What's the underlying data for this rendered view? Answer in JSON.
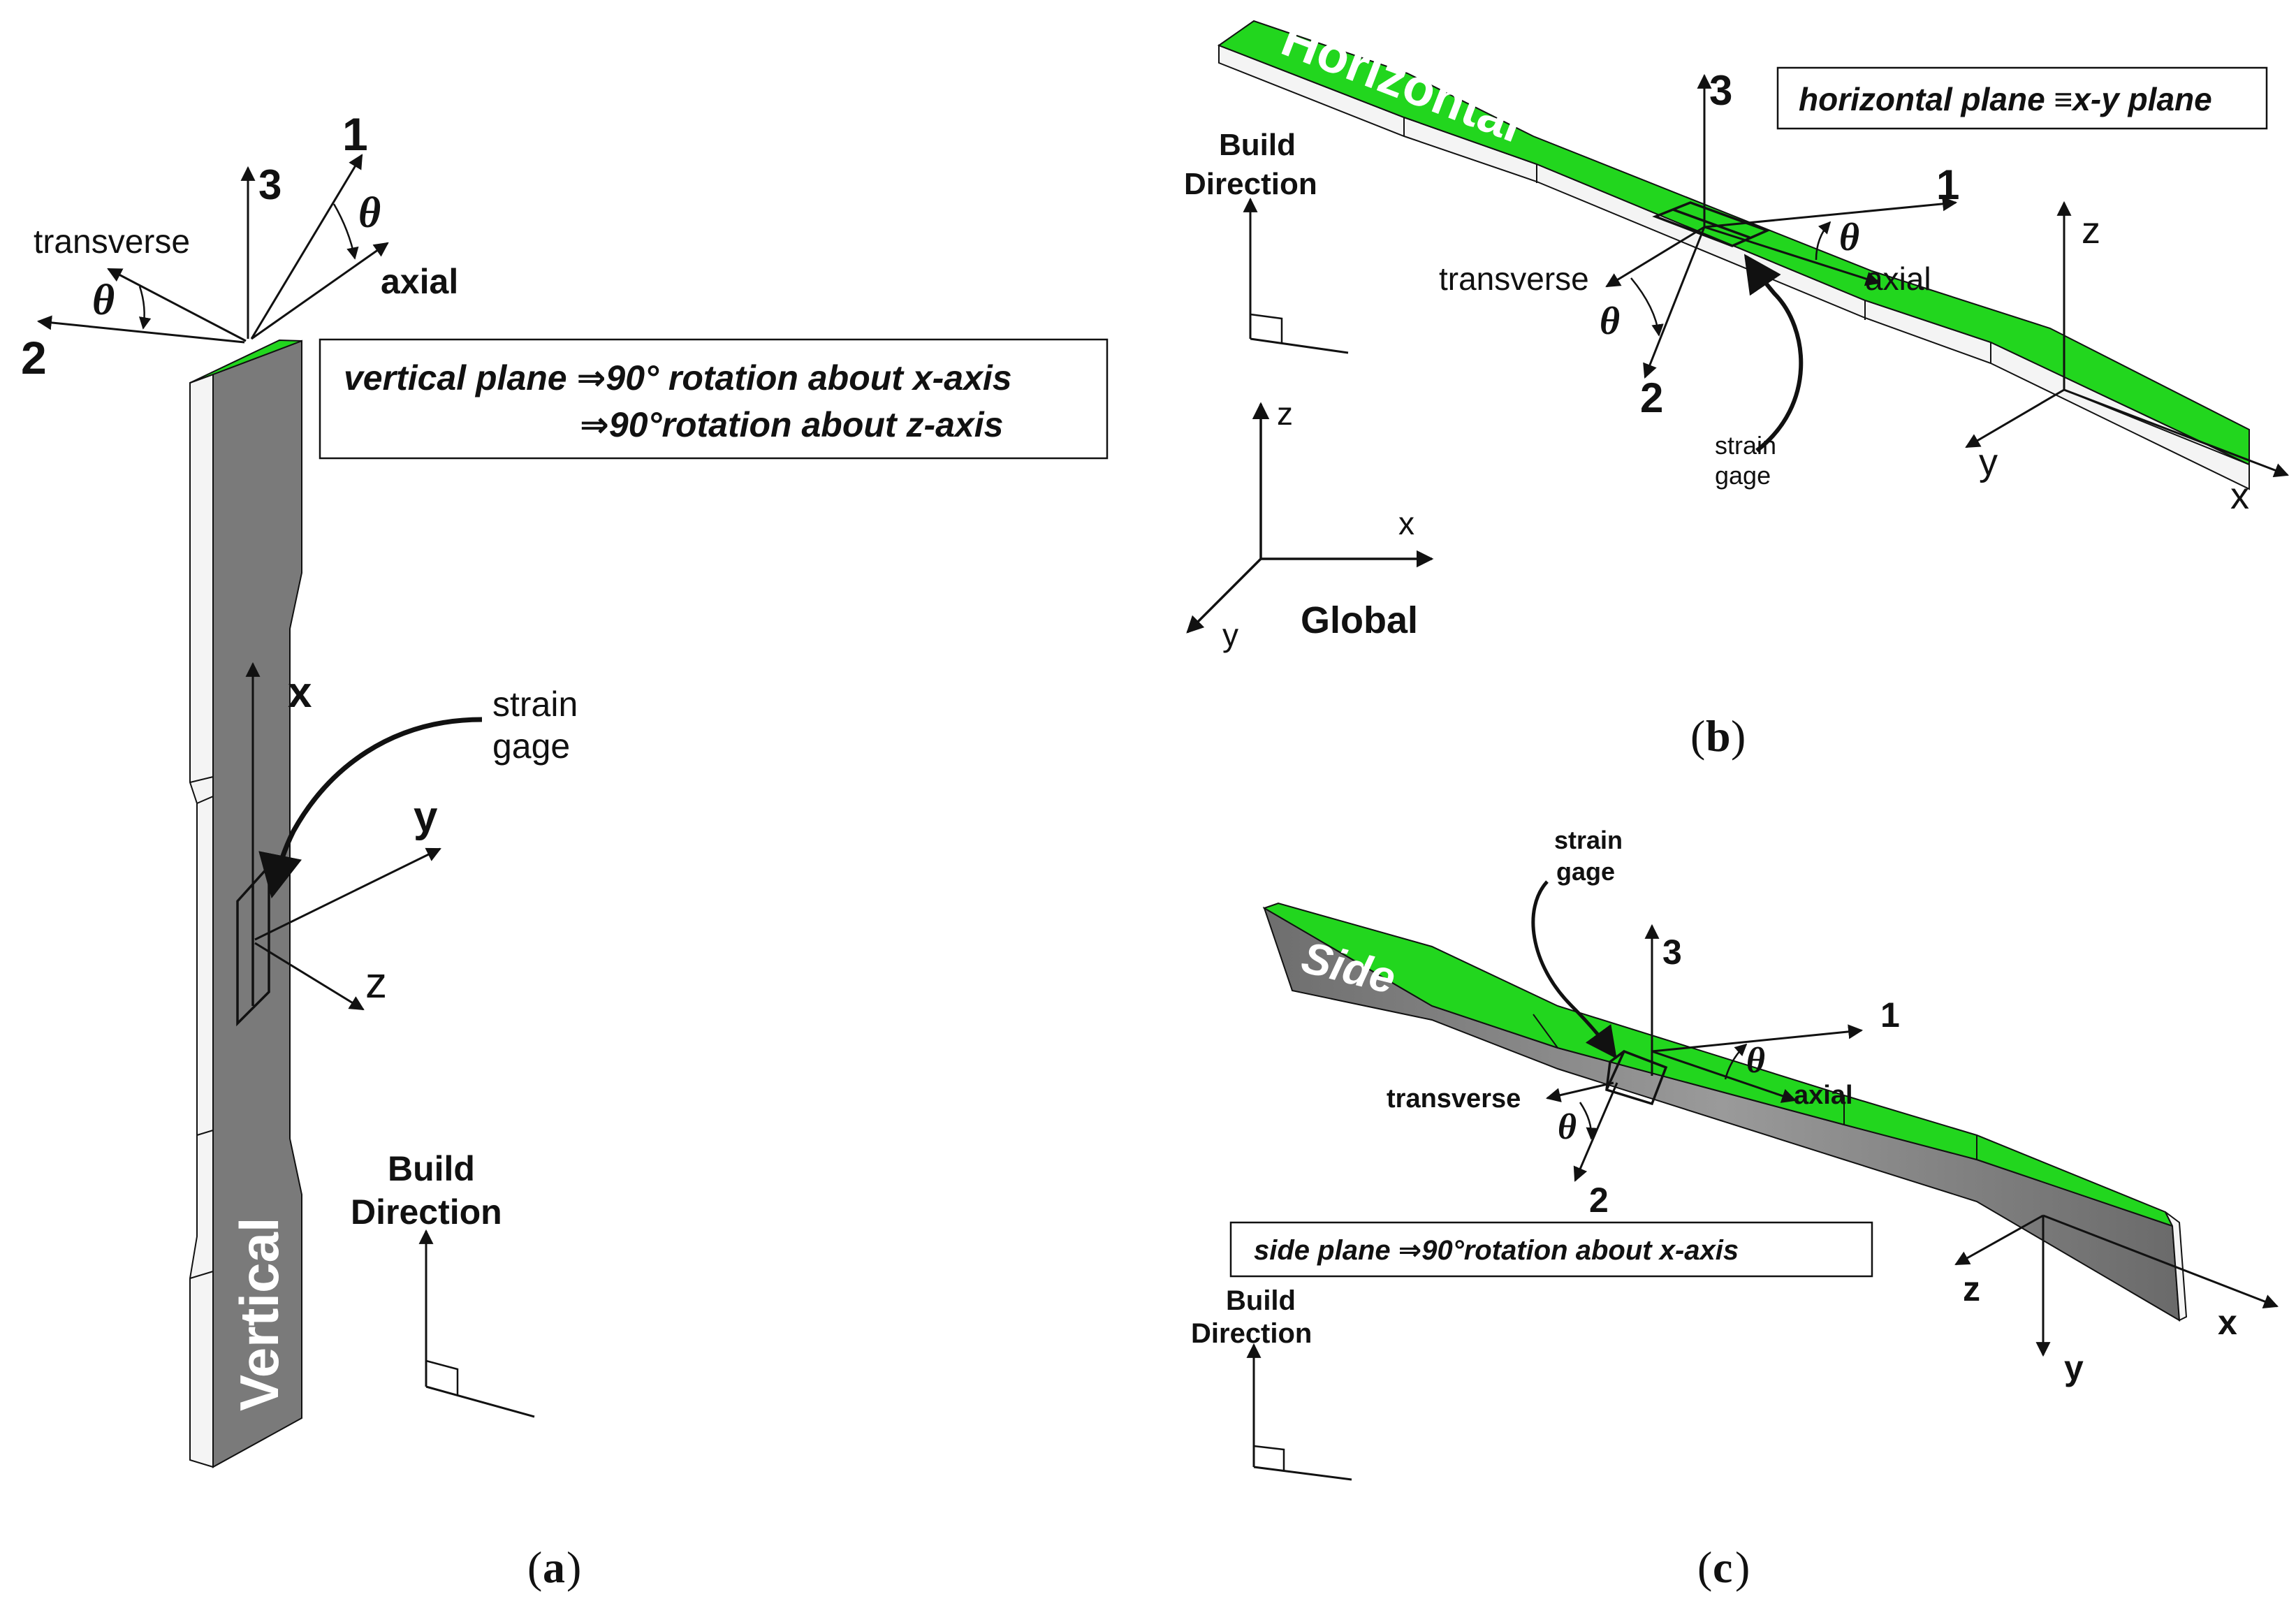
{
  "colors": {
    "green": "#22d61e",
    "specimen_gray": "#7a7a7a",
    "edge_white": "#f4f4f4",
    "stroke": "#111111"
  },
  "panel_a": {
    "caption_open": "(",
    "caption_letter": "a",
    "caption_close": ")",
    "axis_1": "1",
    "axis_2": "2",
    "axis_3": "3",
    "theta_left": "θ",
    "theta_right": "θ",
    "transverse": "transverse",
    "axial": "axial",
    "x": "x",
    "y": "y",
    "z": "z",
    "strain": "strain",
    "gage": "gage",
    "build": "Build",
    "direction": "Direction",
    "specimen_label": "Vertical",
    "note_line1": "vertical plane ⇒90° rotation about x-axis",
    "note_line2": "⇒90°rotation about z-axis"
  },
  "panel_b": {
    "caption_open": "(",
    "caption_letter": "b",
    "caption_close": ")",
    "specimen_label": "Horizontal",
    "note": "horizontal plane ≡x-y plane",
    "axis_1": "1",
    "axis_2": "2",
    "axis_3": "3",
    "theta_top": "θ",
    "theta_bottom": "θ",
    "transverse": "transverse",
    "axial": "axial",
    "strain": "strain",
    "gage": "gage",
    "build": "Build",
    "direction": "Direction",
    "local_x": "x",
    "local_y": "y",
    "local_z": "z",
    "global_x": "x",
    "global_y": "y",
    "global_z": "z",
    "global": "Global"
  },
  "panel_c": {
    "caption_open": "(",
    "caption_letter": "c",
    "caption_close": ")",
    "specimen_label": "Side",
    "note": "side plane ⇒90°rotation about x-axis",
    "axis_1": "1",
    "axis_2": "2",
    "axis_3": "3",
    "theta_top": "θ",
    "theta_bottom": "θ",
    "transverse": "transverse",
    "axial": "axial",
    "strain": "strain",
    "gage": "gage",
    "build": "Build",
    "direction": "Direction",
    "x": "x",
    "y": "y",
    "z": "z"
  }
}
